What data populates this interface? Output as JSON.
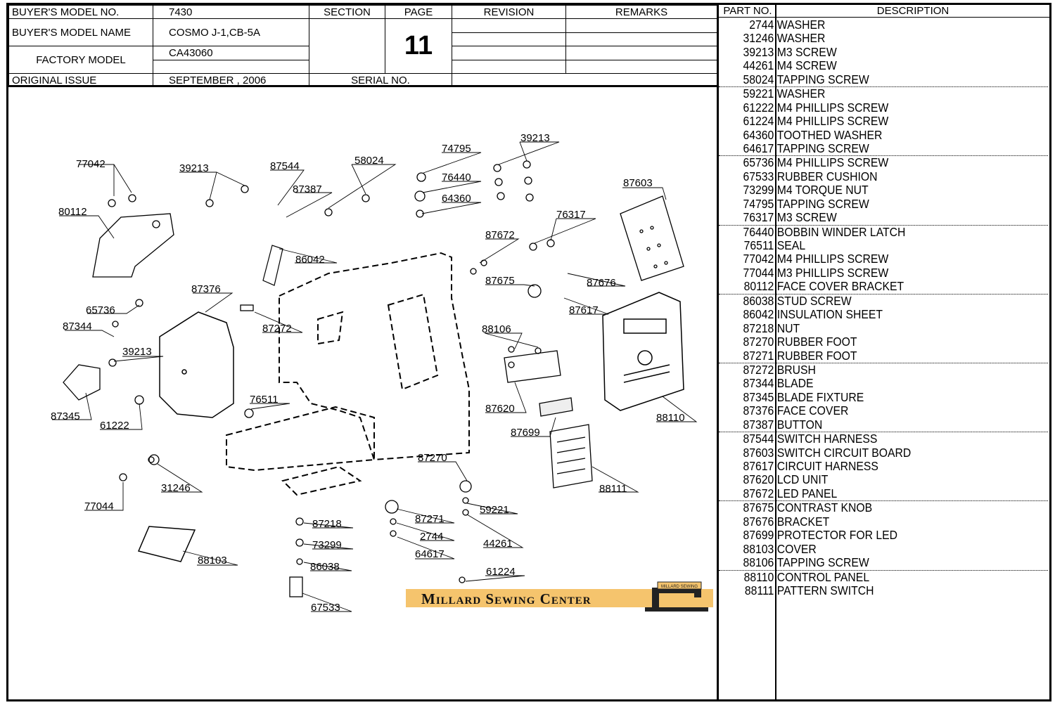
{
  "header": {
    "buyers_model_no_label": "BUYER'S MODEL NO.",
    "buyers_model_no_value": "7430",
    "section_label": "SECTION",
    "page_label": "PAGE",
    "revision_label": "REVISION",
    "remarks_label": "REMARKS",
    "buyers_model_name_label": "BUYER'S MODEL NAME",
    "buyers_model_name_value": "COSMO J-1,CB-5A",
    "factory_model_label": "FACTORY MODEL",
    "factory_model_value": "CA43060",
    "page_number": "11",
    "original_issue_label": "ORIGINAL ISSUE",
    "original_issue_value": "SEPTEMBER , 2006",
    "serial_no_label": "SERIAL NO."
  },
  "parts_table": {
    "part_no_header": "PART NO.",
    "description_header": "DESCRIPTION",
    "rows": [
      {
        "part": "2744",
        "desc": "WASHER"
      },
      {
        "part": "31246",
        "desc": "WASHER"
      },
      {
        "part": "39213",
        "desc": "M3 SCREW"
      },
      {
        "part": "44261",
        "desc": "M4 SCREW"
      },
      {
        "part": "58024",
        "desc": "TAPPING SCREW"
      },
      {
        "part": "59221",
        "desc": "WASHER"
      },
      {
        "part": "61222",
        "desc": "M4 PHILLIPS SCREW"
      },
      {
        "part": "61224",
        "desc": "M4 PHILLIPS SCREW"
      },
      {
        "part": "64360",
        "desc": "TOOTHED WASHER"
      },
      {
        "part": "64617",
        "desc": "TAPPING SCREW"
      },
      {
        "part": "65736",
        "desc": "M4 PHILLIPS SCREW"
      },
      {
        "part": "67533",
        "desc": "RUBBER CUSHION"
      },
      {
        "part": "73299",
        "desc": "M4 TORQUE NUT"
      },
      {
        "part": "74795",
        "desc": "TAPPING SCREW"
      },
      {
        "part": "76317",
        "desc": "M3 SCREW"
      },
      {
        "part": "76440",
        "desc": "BOBBIN WINDER LATCH"
      },
      {
        "part": "76511",
        "desc": "SEAL"
      },
      {
        "part": "77042",
        "desc": "M4 PHILLIPS SCREW"
      },
      {
        "part": "77044",
        "desc": "M3 PHILLIPS SCREW"
      },
      {
        "part": "80112",
        "desc": "FACE COVER BRACKET"
      },
      {
        "part": "86038",
        "desc": "STUD SCREW"
      },
      {
        "part": "86042",
        "desc": "INSULATION SHEET"
      },
      {
        "part": "87218",
        "desc": "NUT"
      },
      {
        "part": "87270",
        "desc": "RUBBER  FOOT"
      },
      {
        "part": "87271",
        "desc": "RUBBER  FOOT"
      },
      {
        "part": "87272",
        "desc": "BRUSH"
      },
      {
        "part": "87344",
        "desc": "BLADE"
      },
      {
        "part": "87345",
        "desc": "BLADE FIXTURE"
      },
      {
        "part": "87376",
        "desc": "FACE COVER"
      },
      {
        "part": "87387",
        "desc": "BUTTON"
      },
      {
        "part": "87544",
        "desc": "SWITCH HARNESS"
      },
      {
        "part": "87603",
        "desc": "SWITCH CIRCUIT BOARD"
      },
      {
        "part": "87617",
        "desc": "CIRCUIT HARNESS"
      },
      {
        "part": "87620",
        "desc": "LCD UNIT"
      },
      {
        "part": "87672",
        "desc": "LED PANEL"
      },
      {
        "part": "87675",
        "desc": "CONTRAST KNOB"
      },
      {
        "part": "87676",
        "desc": "BRACKET"
      },
      {
        "part": "87699",
        "desc": "PROTECTOR FOR LED"
      },
      {
        "part": "88103",
        "desc": "COVER"
      },
      {
        "part": "88106",
        "desc": "TAPPING SCREW"
      },
      {
        "part": "88110",
        "desc": "CONTROL PANEL"
      },
      {
        "part": "88111",
        "desc": "PATTERN SWITCH"
      }
    ]
  },
  "diagram_labels": {
    "l77042": "77042",
    "l39213a": "39213",
    "l87544": "87544",
    "l58024": "58024",
    "l74795": "74795",
    "l39213b": "39213",
    "l87387": "87387",
    "l76440": "76440",
    "l64360": "64360",
    "l80112": "80112",
    "l87603": "87603",
    "l76317": "76317",
    "l86042": "86042",
    "l87672": "87672",
    "l87376": "87376",
    "l87675": "87675",
    "l87676": "87676",
    "l65736": "65736",
    "l87617": "87617",
    "l87344": "87344",
    "l87272": "87272",
    "l88106": "88106",
    "l39213c": "39213",
    "l87345": "87345",
    "l61222": "61222",
    "l76511": "76511",
    "l87620": "87620",
    "l88110": "88110",
    "l87699": "87699",
    "l87270": "87270",
    "l31246": "31246",
    "l88111": "88111",
    "l77044": "77044",
    "l59221": "59221",
    "l87218": "87218",
    "l87271": "87271",
    "l2744": "2744",
    "l73299": "73299",
    "l44261": "44261",
    "l64617": "64617",
    "l88103": "88103",
    "l86038": "86038",
    "l61224": "61224",
    "l67533": "67533"
  },
  "watermark": {
    "text": "Millard Sewing Center",
    "badge_text": "MILLARD SEWING"
  }
}
